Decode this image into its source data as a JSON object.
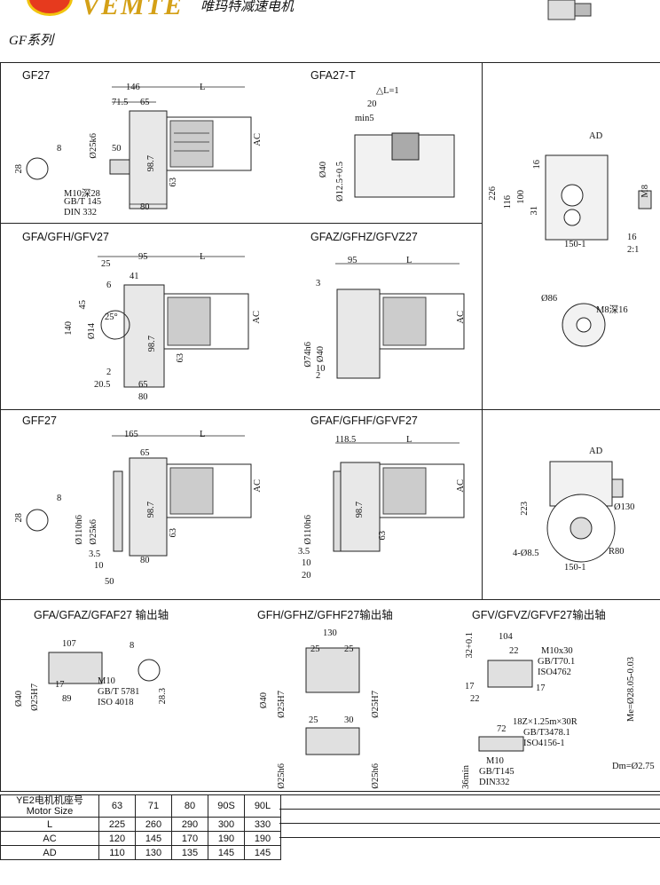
{
  "header": {
    "brand": "VEMTE",
    "brand_cn": "唯玛特减速电机",
    "series": "GF系列"
  },
  "panels": {
    "gf27": {
      "title": "GF27",
      "dims": [
        "146",
        "L",
        "71.5",
        "65",
        "Ø25k6",
        "50",
        "AC",
        "8",
        "28",
        "M10深28",
        "GB/T 145",
        "DIN 332",
        "80",
        "63",
        "98.7"
      ]
    },
    "gfa27t": {
      "title": "GFA27-T",
      "dims": [
        "△L=1",
        "20",
        "min5",
        "Ø40",
        "Ø12.5+0.5"
      ]
    },
    "side1": {
      "dims": [
        "AD",
        "16",
        "226",
        "116",
        "100",
        "31",
        "150-1",
        "M8",
        "16",
        "2:1"
      ]
    },
    "gfa": {
      "title": "GFA/GFH/GFV27",
      "dims": [
        "25",
        "95",
        "L",
        "41",
        "6",
        "45",
        "25°",
        "140",
        "Ø14",
        "98.7",
        "2",
        "20.5",
        "65",
        "80",
        "63",
        "AC"
      ]
    },
    "gfaz": {
      "title": "GFAZ/GFHZ/GFVZ27",
      "dims": [
        "95",
        "L",
        "3",
        "Ø74h6",
        "Ø40",
        "10",
        "2",
        "AC"
      ]
    },
    "side2": {
      "dims": [
        "Ø86",
        "M8深16"
      ]
    },
    "gff": {
      "title": "GFF27",
      "dims": [
        "165",
        "L",
        "65",
        "AC",
        "8",
        "28",
        "Ø110h6",
        "Ø25k6",
        "98.7",
        "3.5",
        "10",
        "50",
        "80",
        "63"
      ]
    },
    "gfaf": {
      "title": "GFAF/GFHF/GFVF27",
      "dims": [
        "118.5",
        "L",
        "Ø110h6",
        "98.7",
        "63",
        "3.5",
        "10",
        "20",
        "AC"
      ]
    },
    "side3": {
      "dims": [
        "AD",
        "223",
        "Ø130",
        "4-Ø8.5",
        "150-1",
        "R80"
      ]
    },
    "shaft1": {
      "title": "GFA/GFAZ/GFAF27 输出轴",
      "dims": [
        "107",
        "8",
        "Ø40",
        "Ø25H7",
        "17",
        "89",
        "M10",
        "GB/T 5781",
        "ISO 4018",
        "28.3"
      ]
    },
    "shaft2": {
      "title": "GFH/GFHZ/GFHF27输出轴",
      "dims": [
        "130",
        "25",
        "25",
        "Ø40",
        "Ø25H7",
        "Ø25H7",
        "25",
        "30",
        "Ø25h6",
        "Ø25h6"
      ]
    },
    "shaft3": {
      "title": "GFV/GFVZ/GFVF27输出轴",
      "dims": [
        "32+0.1",
        "104",
        "22",
        "M10x30",
        "GB/T70.1",
        "ISO4762",
        "17",
        "22",
        "17",
        "Me=Ø28.05-0.03",
        "72",
        "18Z×1.25m×30R",
        "GB/T3478.1",
        "ISO4156-1",
        "M10",
        "GB/T145",
        "DIN332",
        "36min",
        "Dm=Ø2.75"
      ]
    }
  },
  "table": {
    "header_cn": "YE2电机机座号",
    "header_en": "Motor Size",
    "sizes": [
      "63",
      "71",
      "80",
      "90S",
      "90L"
    ],
    "rows": [
      {
        "label": "L",
        "values": [
          "225",
          "260",
          "290",
          "300",
          "330"
        ]
      },
      {
        "label": "AC",
        "values": [
          "120",
          "145",
          "170",
          "190",
          "190"
        ]
      },
      {
        "label": "AD",
        "values": [
          "110",
          "130",
          "135",
          "145",
          "145"
        ]
      }
    ]
  }
}
